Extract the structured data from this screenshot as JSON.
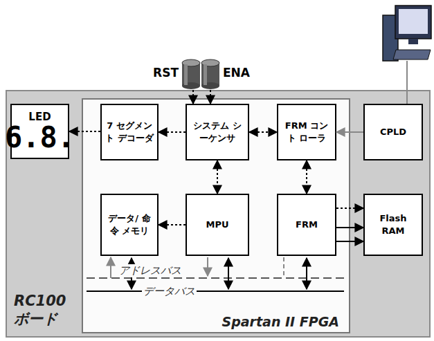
{
  "diagram": {
    "nodes": [
      {
        "text": [
          "RC100 ボード"
        ]
      },
      {
        "text": [
          "Spartan II FPGA"
        ],
        "in": 0
      },
      {
        "text": [
          "LED",
          "6.8."
        ],
        "in": 0
      },
      {
        "text": [
          "7 セグメント デコーダ"
        ],
        "in": 1
      },
      {
        "text": [
          "システム シーケンサ"
        ],
        "in": 1
      },
      {
        "text": [
          "FRM コント ローラ"
        ],
        "in": 1
      },
      {
        "text": [
          "CPLD"
        ],
        "in": 0
      },
      {
        "text": [
          "データ/ 命令 メモリ"
        ],
        "in": 1
      },
      {
        "text": [
          "MPU"
        ],
        "in": 1
      },
      {
        "text": [
          "FRM"
        ],
        "in": 1
      },
      {
        "text": [
          "Flash RAM"
        ],
        "in": 0
      },
      {
        "text": [
          "RST"
        ]
      },
      {
        "text": [
          "ENA"
        ]
      }
    ],
    "edges": [
      {
        "from": 11,
        "to": 4,
        "arrow": "to"
      },
      {
        "from": 12,
        "to": 4,
        "arrow": "to"
      },
      {
        "from": 4,
        "to": 3,
        "arrow": "to"
      },
      {
        "from": 3,
        "to": 2,
        "arrow": "to"
      },
      {
        "from": 4,
        "to": 5,
        "arrow": "both"
      },
      {
        "from": 4,
        "to": 8,
        "arrow": "both"
      },
      {
        "from": 5,
        "to": 9,
        "arrow": "both"
      },
      {
        "from": 8,
        "to": 7,
        "arrow": "to"
      },
      {
        "from": 9,
        "to": 10,
        "arrow": "to"
      },
      {
        "from": 9,
        "to": 10,
        "arrow": "to"
      },
      {
        "from": 9,
        "to": 10,
        "arrow": "to"
      },
      {
        "from": 6,
        "to": 5,
        "arrow": "to"
      }
    ],
    "labels": [
      "アドレスバス",
      "データバス"
    ]
  }
}
